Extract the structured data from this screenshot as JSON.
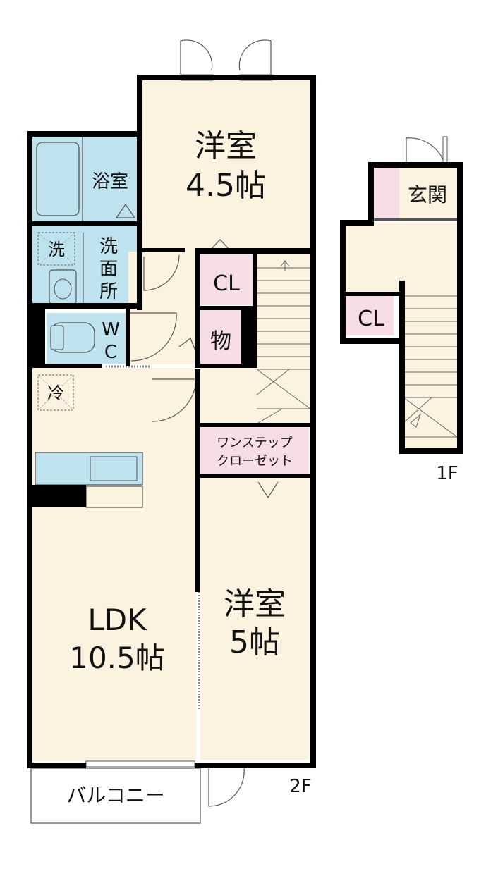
{
  "colors": {
    "wall": "#000000",
    "floor": "#fbf3df",
    "water": "#bfe3ee",
    "storage": "#f6dde6",
    "line": "#555555"
  },
  "floor2": {
    "room_western_1": {
      "name": "洋室",
      "size": "4.5帖"
    },
    "bath": "浴室",
    "washroom": [
      "洗",
      "面",
      "所"
    ],
    "washer": "洗",
    "toilet": [
      "W",
      "C"
    ],
    "closet_cl": "CL",
    "storage": "物",
    "fridge": "冷",
    "one_step_closet": [
      "ワンステップ",
      "クローゼット"
    ],
    "ldk": {
      "name": "LDK",
      "size": "10.5帖"
    },
    "room_western_2": {
      "name": "洋室",
      "size": "5帖"
    },
    "balcony": "バルコニー",
    "floor_label": "2F"
  },
  "floor1": {
    "entrance": "玄関",
    "closet_cl": "CL",
    "floor_label": "1F"
  }
}
